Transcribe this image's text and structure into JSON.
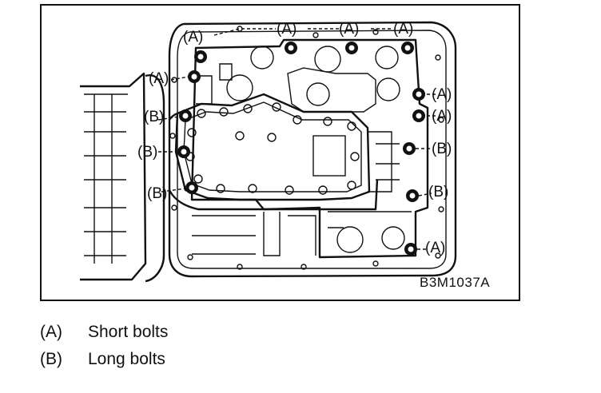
{
  "figure": {
    "code": "B3M1037A",
    "bolt_label_short": "(A)",
    "bolt_label_long": "(B)"
  },
  "legend": [
    {
      "key": "(A)",
      "text": "Short bolts"
    },
    {
      "key": "(B)",
      "text": "Long bolts"
    }
  ]
}
